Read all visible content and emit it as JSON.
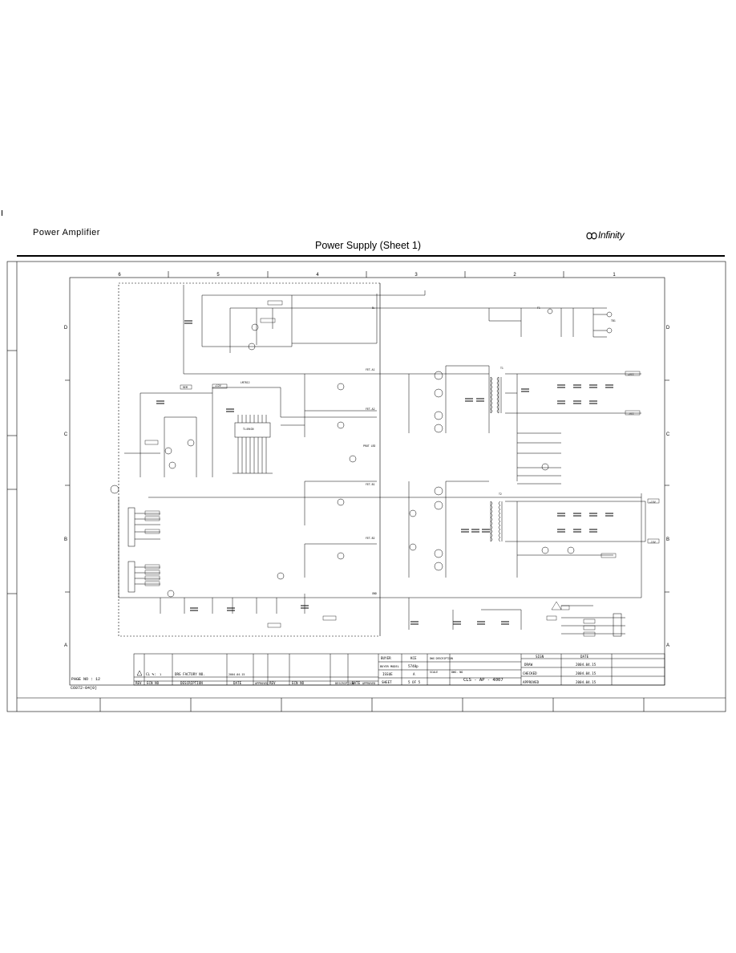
{
  "header": {
    "product": "Power Amplifier",
    "title": "Power Supply (Sheet 1)",
    "brand": "Infinity"
  },
  "grid": {
    "columns": [
      "6",
      "5",
      "4",
      "3",
      "2",
      "1"
    ],
    "rows": [
      "D",
      "C",
      "B",
      "A"
    ]
  },
  "title_block": {
    "revision_row": {
      "rev": "1",
      "ecn_no": "",
      "description": "DRG FACTORY NO.",
      "date": "2004.04.15"
    },
    "cl_note": "CL  %: ",
    "col_headers_left": [
      "REV",
      "ECN NO",
      "DESCRIPTION",
      "DATE",
      "APPROVED"
    ],
    "col_headers_right": [
      "REV",
      "ECN NO",
      "DESCRIPTION",
      "DATE",
      "APPROVED"
    ],
    "buyer_label": "BUYER",
    "buyer_value": "KCE",
    "buyer_model_label": "BUYER MODEL",
    "buyer_model_value": "5740p",
    "issue_label": "ISSUE",
    "issue_value": "A",
    "sheet_label": "SHEET",
    "sheet_value": "5 OF 5",
    "dwg_desc_label": "DWG DESCRIPTION",
    "scale_label": "SCALE",
    "dwg_no_label": "DWG. NO",
    "dwg_no_value": "CLS - AP - 4007",
    "sign_label": "SIGN",
    "date_label": "DATE",
    "draw_label": "DRAW",
    "draw_date": "2004.04.15",
    "checked_label": "CHECKED",
    "checked_date": "2004.04.15",
    "approved_label": "APPROVED",
    "approved_date": "2004.04.15"
  },
  "footer": {
    "page_no": "PAGE NO : 12",
    "form_no": "C6072-04(0)"
  },
  "net_labels": {
    "plus_vcc": "+VCC",
    "minus_vcc": "-VCC",
    "plus_15v": "+15V",
    "minus_15v": "-15V",
    "plus_12v": "+12V",
    "b_plus": "B+",
    "rem": "REM",
    "gnd": "GND",
    "prot_led": "PROT LED",
    "fet_a1": "FET-A1",
    "fet_a2": "FET-A2",
    "fet_b1": "FET-B1",
    "fet_b2": "FET-B2",
    "ic_pwm": "TL494CN",
    "ic_reg": "LM7812",
    "t1_label": "T1",
    "t2_label": "T2",
    "fuse": "F1",
    "terminal": "TB1"
  },
  "colors": {
    "ink": "#000000",
    "paper": "#ffffff"
  }
}
